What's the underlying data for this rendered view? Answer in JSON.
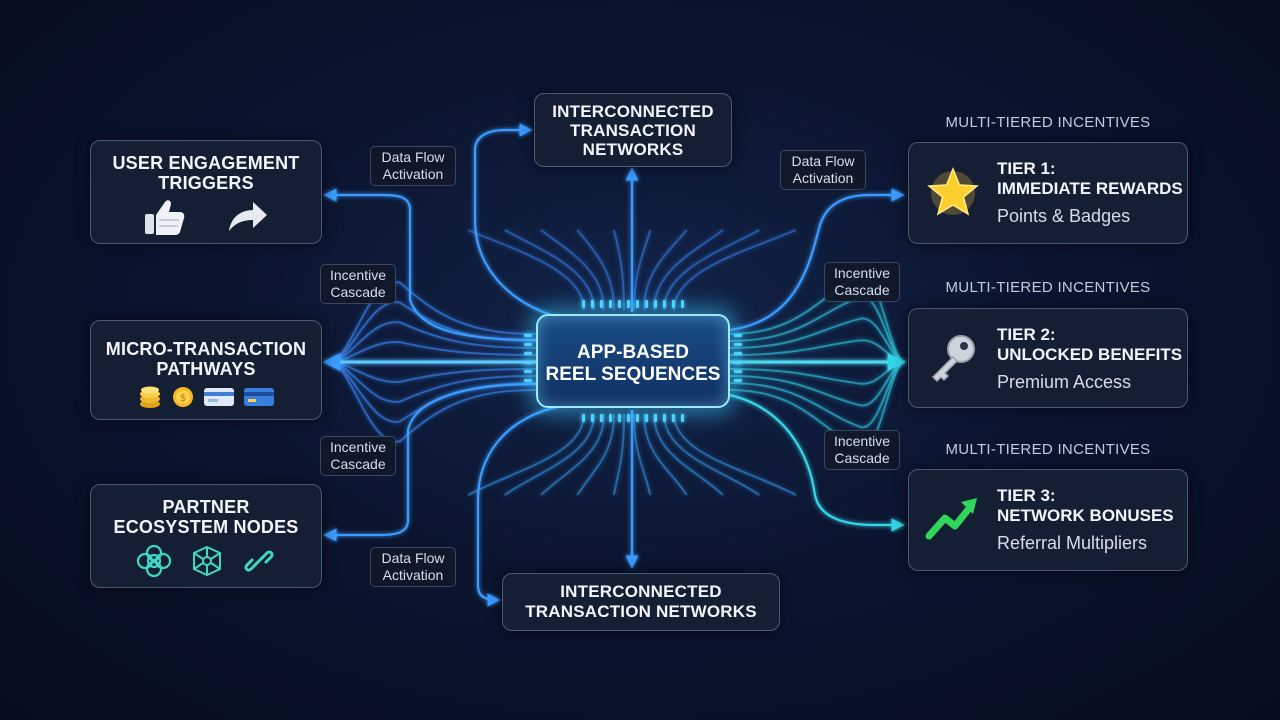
{
  "center": {
    "line1": "APP-BASED",
    "line2": "REEL SEQUENCES"
  },
  "top_network": {
    "line1": "INTERCONNECTED",
    "line2": "TRANSACTION",
    "line3": "NETWORKS"
  },
  "bottom_network": {
    "line1": "INTERCONNECTED",
    "line2": "TRANSACTION NETWORKS"
  },
  "left_nodes": [
    {
      "line1": "USER ENGAGEMENT",
      "line2": "TRIGGERS",
      "icons": [
        "thumbs-up-icon",
        "share-arrow-icon"
      ]
    },
    {
      "line1": "MICRO-TRANSACTION",
      "line2": "PATHWAYS",
      "icons": [
        "coin-stack-icon",
        "coin-icon",
        "card-icon",
        "card-icon"
      ]
    },
    {
      "line1": "PARTNER",
      "line2": "ECOSYSTEM NODES",
      "icons": [
        "ecosystem-icon",
        "network-icon",
        "link-icon"
      ]
    }
  ],
  "connector_labels": {
    "data_flow_1": {
      "line1": "Data Flow",
      "line2": "Activation"
    },
    "data_flow_2": {
      "line1": "Data Flow",
      "line2": "Activation"
    },
    "data_flow_3": {
      "line1": "Data Flow",
      "line2": "Activation"
    },
    "incentive_1": {
      "line1": "Incentive",
      "line2": "Cascade"
    },
    "incentive_2": {
      "line1": "Incentive",
      "line2": "Cascade"
    },
    "incentive_3": {
      "line1": "Incentive",
      "line2": "Cascade"
    },
    "incentive_4": {
      "line1": "Incentive",
      "line2": "Cascade"
    }
  },
  "tiers": [
    {
      "header": "MULTI-TIERED INCENTIVES",
      "line1": "TIER 1:",
      "line2": "IMMEDIATE REWARDS",
      "sub": "Points & Badges",
      "icon": "star-icon"
    },
    {
      "header": "MULTI-TIERED INCENTIVES",
      "line1": "TIER 2:",
      "line2": "UNLOCKED BENEFITS",
      "sub": "Premium Access",
      "icon": "key-icon"
    },
    {
      "header": "MULTI-TIERED INCENTIVES",
      "line1": "TIER 3:",
      "line2": "NETWORK BONUSES",
      "sub": "Referral Multipliers",
      "icon": "trend-up-icon"
    }
  ],
  "colors": {
    "accent_blue": "#2f8cff",
    "accent_cyan": "#35d6f0",
    "node_border": "#4a5a76",
    "background": "#0b1530"
  }
}
